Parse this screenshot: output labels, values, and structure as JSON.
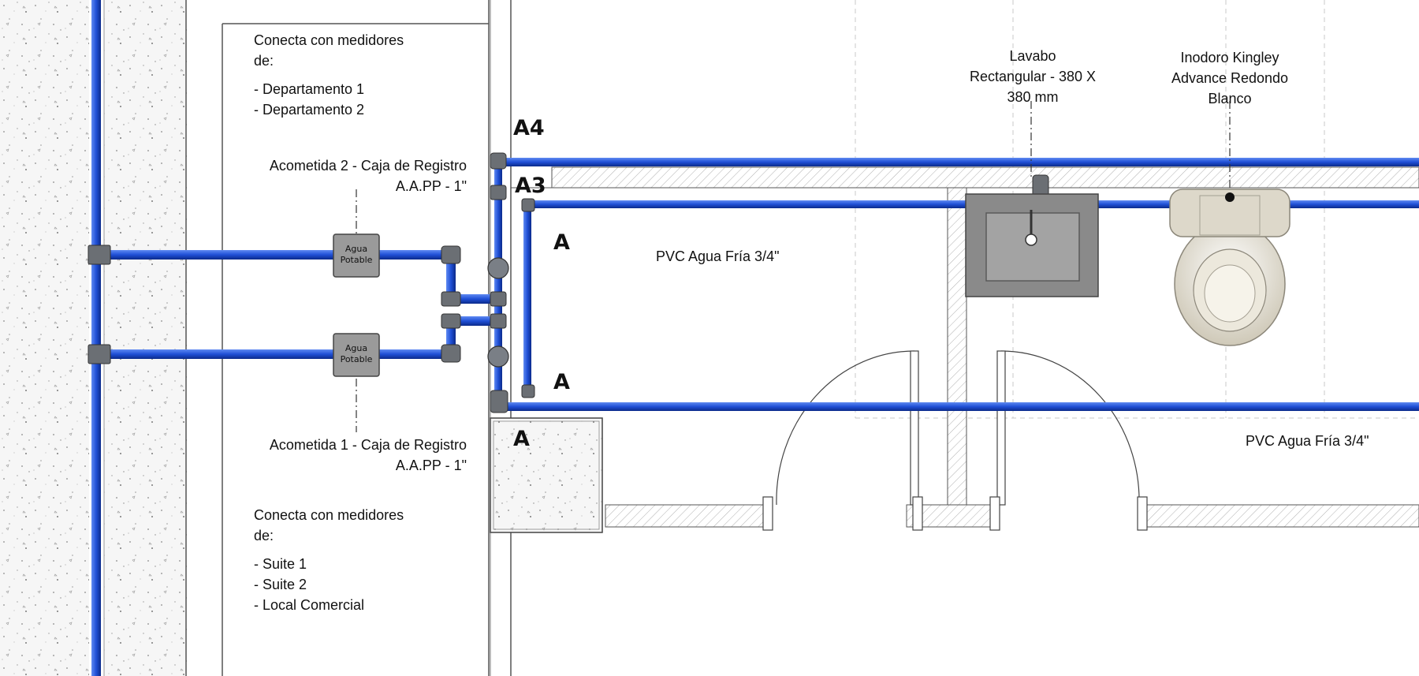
{
  "meter_notes": {
    "top": {
      "line1": "Conecta con medidores",
      "line2": "de:",
      "items": [
        "- Departamento 1",
        "- Departamento 2"
      ]
    },
    "bottom": {
      "line1": "Conecta con medidores",
      "line2": "de:",
      "items": [
        "- Suite 1",
        "- Suite 2",
        "- Local Comercial"
      ]
    }
  },
  "acometidas": {
    "a2": {
      "line1": "Acometida 2 - Caja de Registro",
      "line2": "A.A.PP - 1\""
    },
    "a1": {
      "line1": "Acometida 1 - Caja de Registro",
      "line2": "A.A.PP - 1\""
    }
  },
  "registry_boxes": [
    {
      "line1": "Agua",
      "line2": "Potable"
    },
    {
      "line1": "Agua",
      "line2": "Potable"
    }
  ],
  "pipe_tags": {
    "a4": "A4",
    "a3": "A3",
    "a_mid": "A",
    "a_low": "A",
    "a_box": "A"
  },
  "pipe_labels": {
    "upper": "PVC Agua Fría 3/4\"",
    "lower": "PVC Agua Fría 3/4\""
  },
  "fixtures": {
    "lavabo": {
      "line1": "Lavabo",
      "line2": "Rectangular - 380 X",
      "line3": "380 mm"
    },
    "inodoro": {
      "line1": "Inodoro Kingley",
      "line2": "Advance Redondo",
      "line3": "Blanco"
    }
  },
  "colors": {
    "pipe_blue": "#1f4fd6",
    "pipe_dark": "#0b2a8a",
    "fitting_gray": "#6b6f74",
    "wall_line": "#555555",
    "sink_gray": "#8a8a8a",
    "concrete": "#f4f4f4"
  }
}
